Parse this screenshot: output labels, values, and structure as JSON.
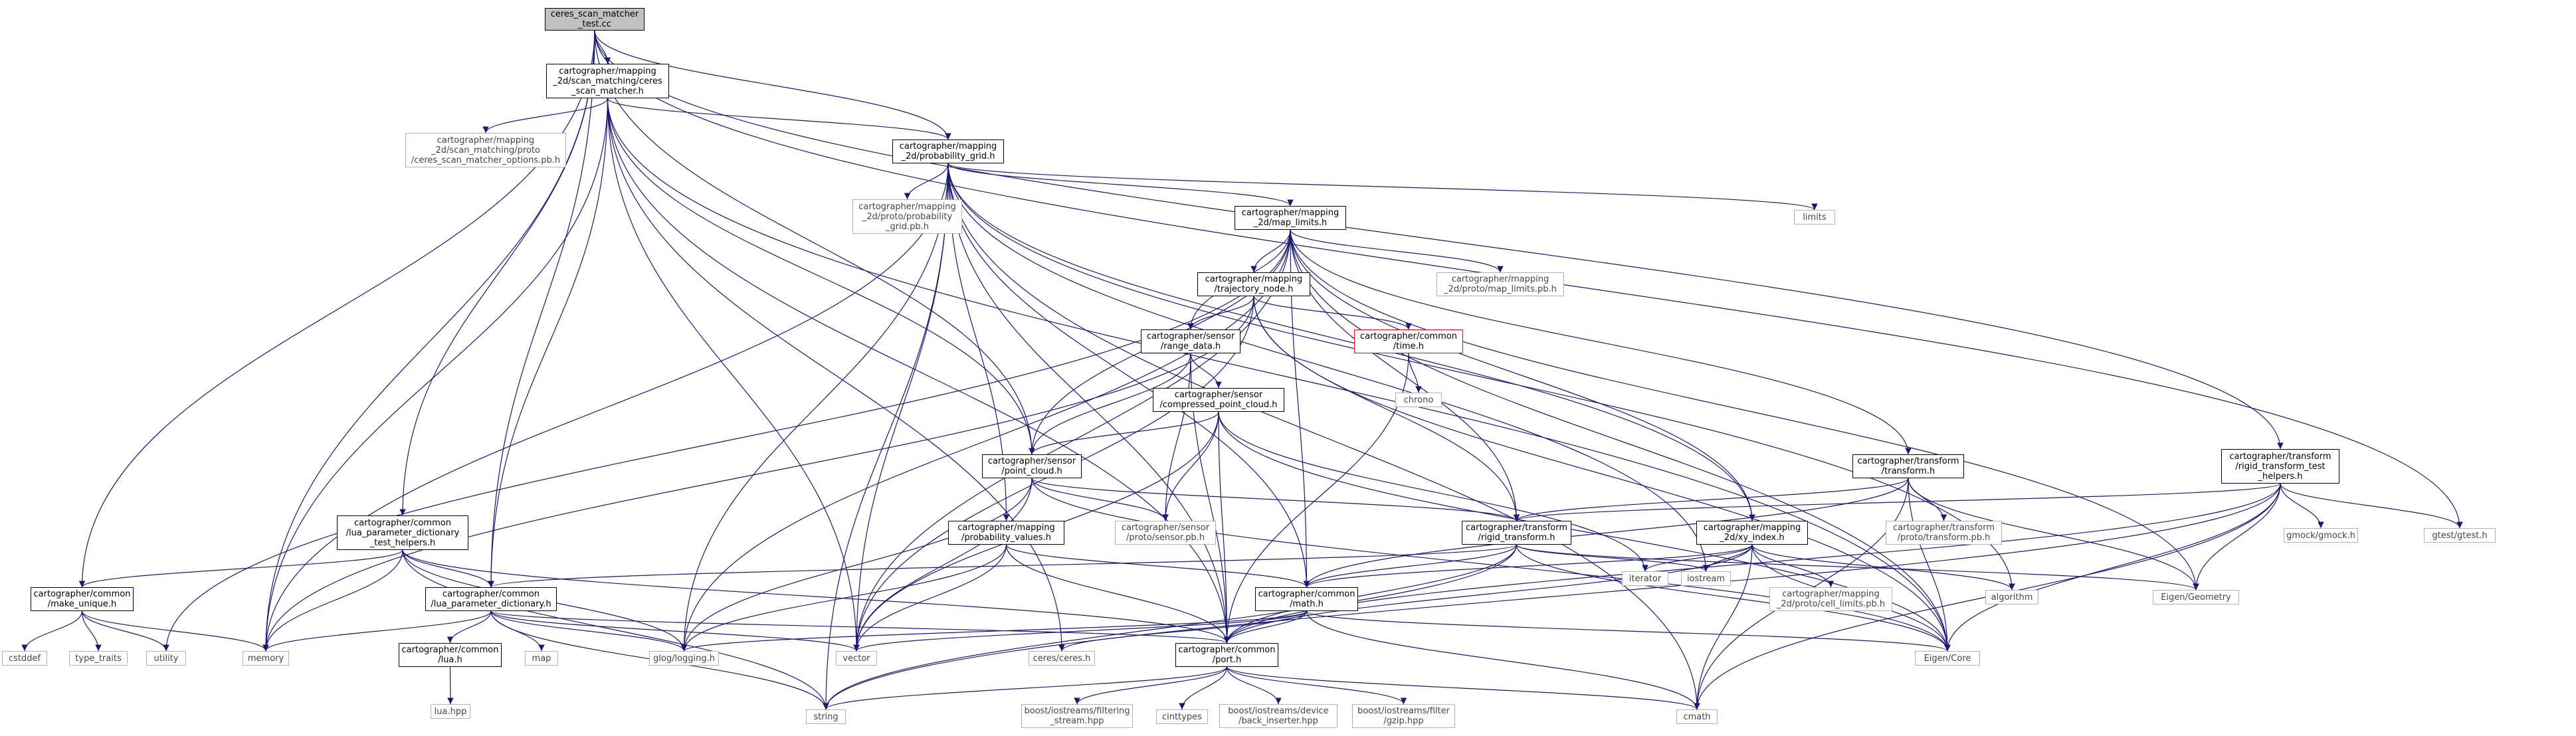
{
  "graph": {
    "colors": {
      "edge": "#191970",
      "arrowhead": "#191970",
      "local_border": "#000000",
      "system_border": "#b0b0b0",
      "missing_border": "#ff0000",
      "root_fill": "#c0c0c0"
    },
    "nodes": {
      "ceres_scan_matcher_test_cc": "ceres_scan_matcher\n_test.cc",
      "ceres_scan_matcher_h": "cartographer/mapping\n_2d/scan_matching/ceres\n_scan_matcher.h",
      "ceres_scan_matcher_options_pb_h": "cartographer/mapping\n_2d/scan_matching/proto\n/ceres_scan_matcher_options.pb.h",
      "probability_grid_h": "cartographer/mapping\n_2d/probability_grid.h",
      "probability_grid_pb_h": "cartographer/mapping\n_2d/proto/probability\n_grid.pb.h",
      "limits": "limits",
      "map_limits_h": "cartographer/mapping\n_2d/map_limits.h",
      "map_limits_pb_h": "cartographer/mapping\n_2d/proto/map_limits.pb.h",
      "trajectory_node_h": "cartographer/mapping\n/trajectory_node.h",
      "time_h": "cartographer/common\n/time.h",
      "chrono": "chrono",
      "range_data_h": "cartographer/sensor\n/range_data.h",
      "compressed_point_cloud_h": "cartographer/sensor\n/compressed_point_cloud.h",
      "point_cloud_h": "cartographer/sensor\n/point_cloud.h",
      "sensor_pb_h": "cartographer/sensor\n/proto/sensor.pb.h",
      "lua_parameter_dictionary_test_helpers_h": "cartographer/common\n/lua_parameter_dictionary\n_test_helpers.h",
      "probability_values_h": "cartographer/mapping\n/probability_values.h",
      "rigid_transform_h": "cartographer/transform\n/rigid_transform.h",
      "xy_index_h": "cartographer/mapping\n_2d/xy_index.h",
      "transform_h": "cartographer/transform\n/transform.h",
      "transform_pb_h": "cartographer/transform\n/proto/transform.pb.h",
      "rigid_transform_test_helpers_h": "cartographer/transform\n/rigid_transform_test\n_helpers.h",
      "gmock_h": "gmock/gmock.h",
      "gtest_h": "gtest/gtest.h",
      "eigen_geometry": "Eigen/Geometry",
      "make_unique_h": "cartographer/common\n/make_unique.h",
      "lua_parameter_dictionary_h": "cartographer/common\n/lua_parameter_dictionary.h",
      "math_h": "cartographer/common\n/math.h",
      "cell_limits_pb_h": "cartographer/mapping\n_2d/proto/cell_limits.pb.h",
      "iterator": "iterator",
      "iostream": "iostream",
      "algorithm": "algorithm",
      "cstddef": "cstddef",
      "type_traits": "type_traits",
      "utility": "utility",
      "memory": "memory",
      "lua_h": "cartographer/common\n/lua.h",
      "map": "map",
      "glog_logging_h": "glog/logging.h",
      "vector": "vector",
      "ceres_h": "ceres/ceres.h",
      "port_h": "cartographer/common\n/port.h",
      "eigen_core": "Eigen/Core",
      "lua_hpp": "lua.hpp",
      "string": "string",
      "filtering_stream_hpp": "boost/iostreams/filtering\n_stream.hpp",
      "cinttypes": "cinttypes",
      "back_inserter_hpp": "boost/iostreams/device\n/back_inserter.hpp",
      "gzip_hpp": "boost/iostreams/filter\n/gzip.hpp",
      "cmath": "cmath"
    }
  }
}
